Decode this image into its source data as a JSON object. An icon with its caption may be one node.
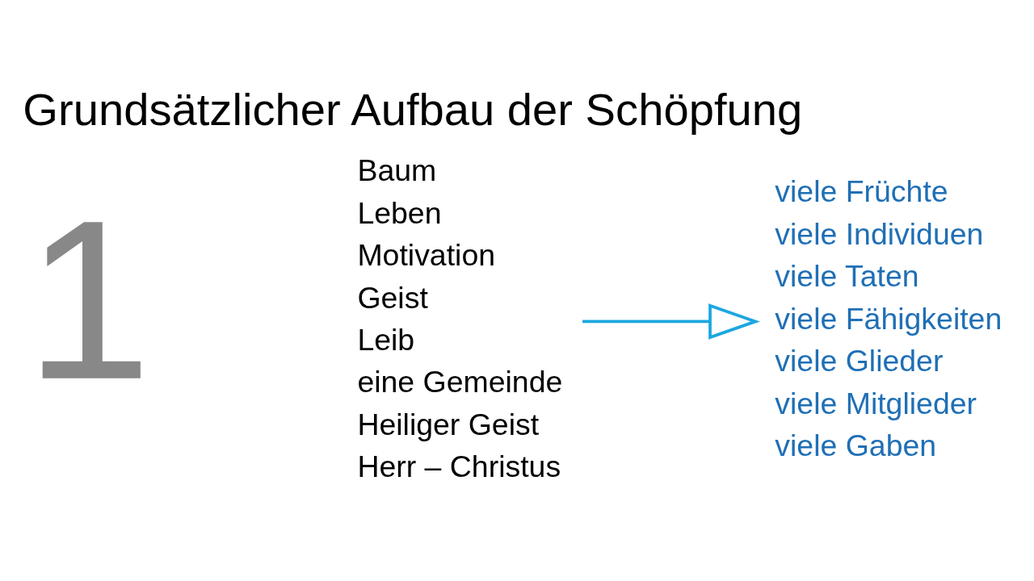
{
  "diagram": {
    "title": "Grundsätzlicher Aufbau der Schöpfung",
    "nodes": [
      {
        "text": [
          "Baum",
          "Leben",
          "Motivation",
          "Geist",
          "Leib",
          "eine Gemeinde",
          "Heiliger Geist",
          "Herr – Christus"
        ]
      },
      {
        "text": [
          "viele Früchte",
          "viele Individuen",
          "viele Taten",
          "viele Fähigkeiten",
          "viele Glieder",
          "viele Mitglieder",
          "viele Gaben"
        ]
      }
    ],
    "edges": [
      {
        "from": 0,
        "to": 1,
        "arrow": "to",
        "color": "#1aa7e0"
      }
    ],
    "labels": [
      "1"
    ]
  }
}
